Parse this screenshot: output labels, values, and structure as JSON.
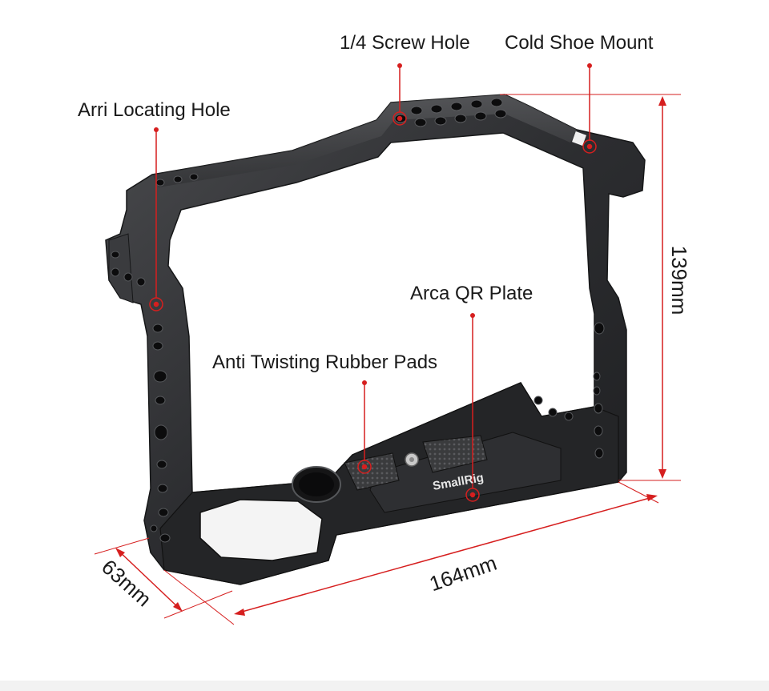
{
  "labels": {
    "screw_hole": "1/4 Screw Hole",
    "cold_shoe": "Cold Shoe Mount",
    "arri_hole": "Arri Locating Hole",
    "arca_plate": "Arca QR Plate",
    "rubber_pads": "Anti Twisting Rubber Pads"
  },
  "dimensions": {
    "height": "139mm",
    "width": "164mm",
    "depth": "63mm"
  },
  "brand": "SmallRig",
  "colors": {
    "accent": "#d61f1f",
    "metal": "#2b2c2e",
    "background": "#ffffff"
  }
}
